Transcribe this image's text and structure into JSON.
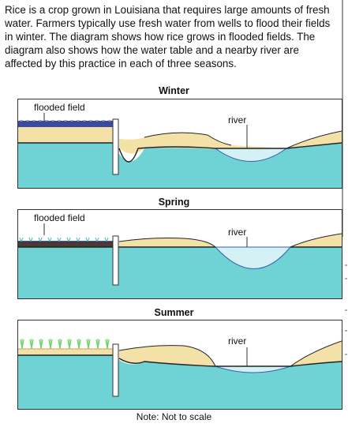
{
  "intro_text": "Rice is a crop grown in Louisiana that requires large amounts of fresh water. Farmers typically use fresh water from wells to flood their fields in winter. The diagram shows how rice grows in flooded fields. The diagram also shows how the water table and a nearby river are affected by this practice in each of three seasons.",
  "panels": [
    {
      "title": "Winter",
      "field_label": "flooded field",
      "river_label": "river"
    },
    {
      "title": "Spring",
      "field_label": "flooded field",
      "river_label": "river"
    },
    {
      "title": "Summer",
      "river_label": "river"
    }
  ],
  "note": "Note: Not to scale",
  "colors": {
    "groundwater": "#6fd3d6",
    "soil": "#f4e1a8",
    "river_water": "#d4f1f5",
    "flood_water": "#3a4a9e",
    "rice": "#6ed46a",
    "dark_soil": "#4a3a30"
  }
}
